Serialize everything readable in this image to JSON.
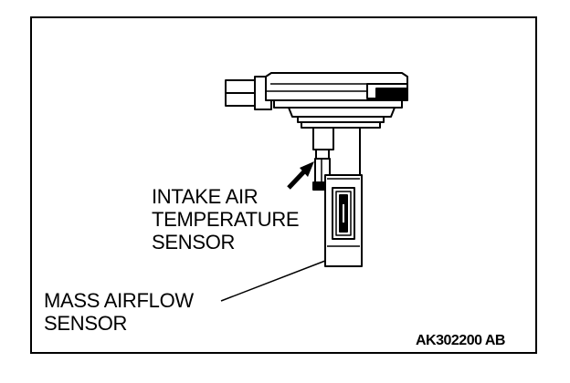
{
  "labels": {
    "intake_air_line1": "INTAKE AIR",
    "intake_air_line2": "TEMPERATURE",
    "intake_air_line3": "SENSOR",
    "mass_airflow_line1": "MASS AIRFLOW",
    "mass_airflow_line2": "SENSOR"
  },
  "figure_code": "AK302200 AB"
}
